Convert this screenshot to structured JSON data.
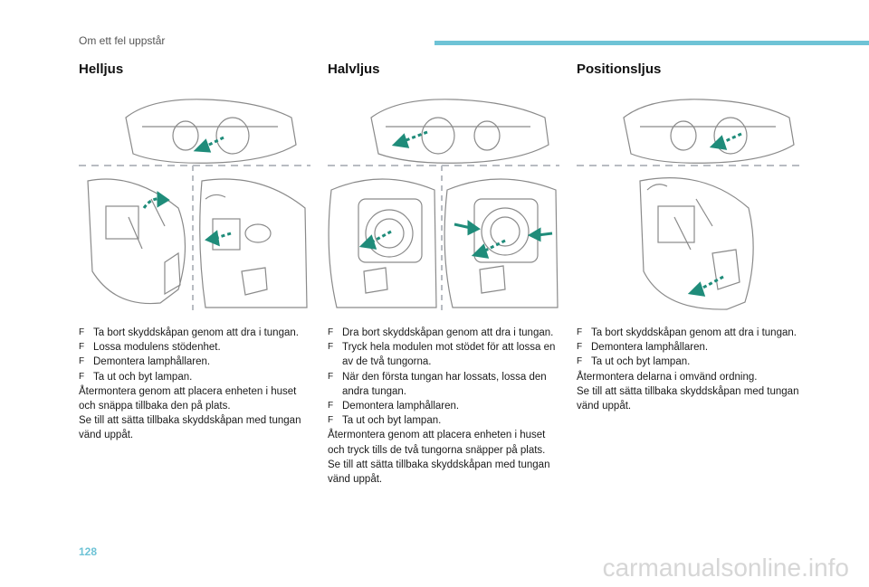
{
  "header": {
    "section_title": "Om ett fel uppstår"
  },
  "columns": [
    {
      "title": "Helljus",
      "bullets": [
        "Ta bort skyddskåpan genom att dra i tungan.",
        "Lossa modulens stödenhet.",
        "Demontera lamphållaren.",
        "Ta ut och byt lampan."
      ],
      "paragraphs": [
        "Återmontera genom att placera enheten i huset och snäppa tillbaka den på plats.",
        "Se till att sätta tillbaka skyddskåpan med tungan vänd uppåt."
      ]
    },
    {
      "title": "Halvljus",
      "bullets": [
        "Dra bort skyddskåpan genom att dra i tungan.",
        "Tryck hela modulen mot stödet för att lossa en av de två tungorna.",
        "När den första tungan har lossats, lossa den andra tungan.",
        "Demontera lamphållaren.",
        "Ta ut och byt lampan."
      ],
      "paragraphs": [
        "Återmontera genom att placera enheten i huset och tryck tills de två tungorna snäpper på plats.",
        "Se till att sätta tillbaka skyddskåpan med tungan vänd uppåt."
      ]
    },
    {
      "title": "Positionsljus",
      "bullets": [
        "Ta bort skyddskåpan genom att dra i tungan.",
        "Demontera lamphållaren.",
        "Ta ut och byt lampan."
      ],
      "paragraphs": [
        "Återmontera delarna i omvänd ordning.",
        "Se till att sätta tillbaka skyddskåpan med tungan vänd uppåt."
      ]
    }
  ],
  "bullet_icon": "checkbox-bullet-icon",
  "bullet_glyph": "F",
  "page_number": "128",
  "watermark": "carmanualsonline.info",
  "colors": {
    "accent": "#6ec3d6",
    "arrow": "#1f8c7a",
    "line_art": "#8a8a8a"
  }
}
